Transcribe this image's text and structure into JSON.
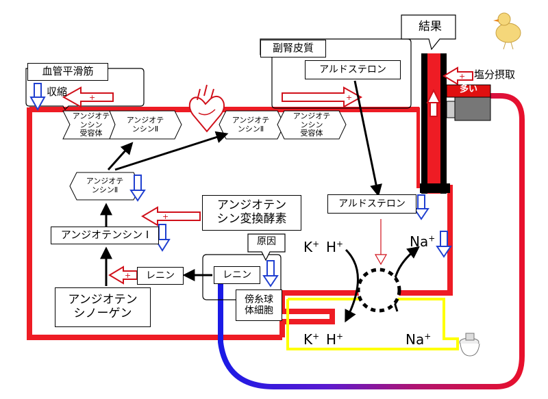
{
  "labels": {
    "vascular_smooth_muscle": "血管平滑筋",
    "contraction": "収縮",
    "at_receptor_left": "アンジオテ\nンシン\n受容体",
    "angiotensin2_left": "アンジオテ\nンシンⅡ",
    "angiotensin2_mid": "アンジオテ\nンシンⅡ",
    "at_receptor_right": "アンジオテ\nンシン\n受容体",
    "adrenal_cortex": "副腎皮質",
    "aldosterone_top": "アルドステロン",
    "aldosterone_mid": "アルドステロン",
    "result": "結果",
    "salt_intake": "塩分摂取",
    "salt_level": "多い",
    "angiotensin2_small": "アンジオテ\nンシンⅡ",
    "ace": "アンジオテン\nシン変換酵素",
    "angiotensin1": "アンジオテンシン Ⅰ",
    "cause": "原因",
    "renin_left": "レニン",
    "renin_right": "レニン",
    "angiotensinogen": "アンジオテン\nシノーゲン",
    "juxtaglomerular": "傍糸球\n体細胞",
    "ion_na_top": "Na",
    "ion_k_top": "K",
    "ion_h_top": "H",
    "ion_k_bottom": "K",
    "ion_h_bottom": "H",
    "ion_na_bottom": "Na",
    "plus": "+"
  },
  "colors": {
    "vessel": "#ee1c24",
    "tube_yellow": "#ffff00",
    "tube_red": "#ee1c24",
    "down_arrow": "#1f3fd0",
    "up_arrow": "#d0101a",
    "gradient_start": "#2020e0",
    "gradient_end": "#e01030"
  },
  "icons": {
    "heart": "heart-icon",
    "chick": "chick-icon",
    "toilet": "toilet-icon",
    "salt_shaker": "salt-shaker-icon"
  }
}
